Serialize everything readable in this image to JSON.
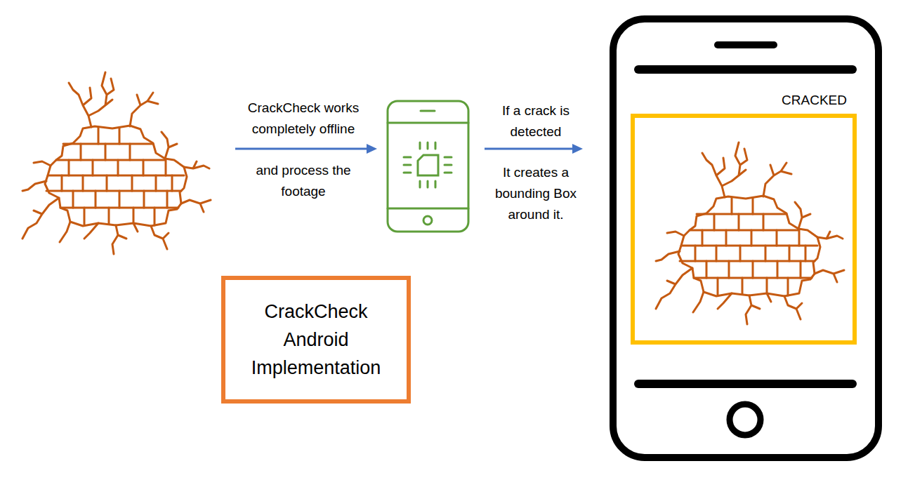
{
  "diagram": {
    "nodes": [
      {
        "text": [
          "CRACKED"
        ]
      },
      {
        "text": [
          "CrackCheck Android Implementation"
        ]
      }
    ],
    "labels": [
      "CrackCheck works completely offline",
      "and process the footage",
      "If a crack is detected",
      "It creates a bounding Box around it."
    ]
  }
}
